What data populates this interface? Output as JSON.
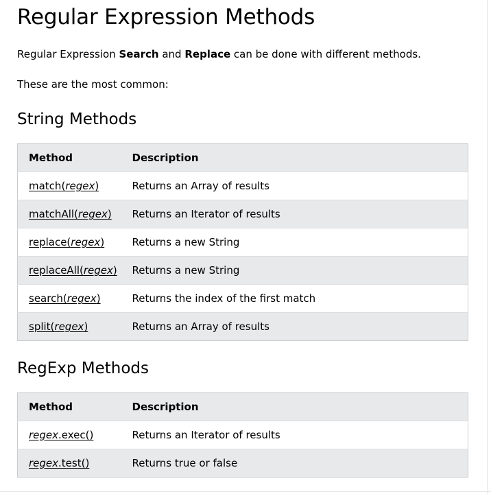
{
  "page": {
    "title": "Regular Expression Methods",
    "intro": {
      "before": "Regular Expression ",
      "bold1": "Search",
      "middle": " and ",
      "bold2": "Replace",
      "after": " can be done with different methods."
    },
    "intro2": "These are the most common:"
  },
  "string_methods": {
    "heading": "String Methods",
    "headers": [
      "Method",
      "Description"
    ],
    "rows": [
      {
        "name": "match(",
        "arg": "regex",
        "close": ")",
        "description": "Returns an Array of results"
      },
      {
        "name": "matchAll(",
        "arg": "regex",
        "close": ")",
        "description": "Returns an Iterator of results"
      },
      {
        "name": "replace(",
        "arg": "regex",
        "close": ")",
        "description": "Returns a new String"
      },
      {
        "name": "replaceAll(",
        "arg": "regex",
        "close": ")",
        "description": "Returns a new String"
      },
      {
        "name": "search(",
        "arg": "regex",
        "close": ")",
        "description": "Returns the index of the first match"
      },
      {
        "name": "split(",
        "arg": "regex",
        "close": ")",
        "description": "Returns an Array of results"
      }
    ]
  },
  "regexp_methods": {
    "heading": "RegExp Methods",
    "headers": [
      "Method",
      "Description"
    ],
    "rows": [
      {
        "obj": "regex",
        "name": ".exec()",
        "description": "Returns an Iterator of results"
      },
      {
        "obj": "regex",
        "name": ".test()",
        "description": "Returns true or false"
      }
    ]
  },
  "colors": {
    "header_bg": "#e7e9eb",
    "stripe_bg": "#e7e9eb",
    "border": "#cccccc",
    "text": "#000000"
  }
}
